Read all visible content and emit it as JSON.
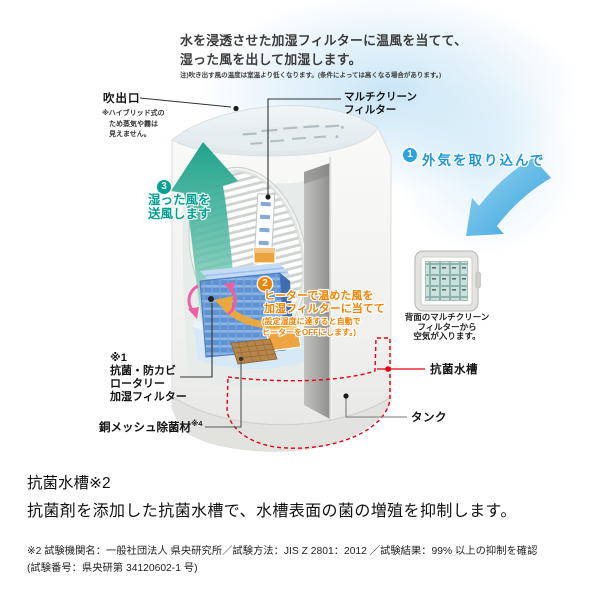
{
  "intro": {
    "line1": "水を浸透させた加湿フィルターに温風を当てて、",
    "line2": "湿った風を出して加湿します。",
    "note": "注)吹き出す風の温度は室温より低くなります。(条件によっては高くなる場合があります。)"
  },
  "labels": {
    "outlet": {
      "title": "吹出口",
      "note1": "※ハイブリッド式の",
      "note2": "ため蒸気や霧は",
      "note3": "見えません。"
    },
    "multiclean": {
      "line1": "マルチクリーン",
      "line2": "フィルター"
    },
    "rotary": {
      "ref": "※1",
      "l1": "抗菌・防カビ",
      "l2": "ロータリー",
      "l3": "加湿フィルター"
    },
    "copper_mesh": {
      "label": "銅メッシュ除菌材",
      "ref": "※4"
    },
    "anti_tank": "抗菌水槽",
    "tank": "タンク"
  },
  "steps": {
    "s1": {
      "num": "1",
      "text": "外気を取り込んで"
    },
    "s2": {
      "num": "2",
      "line1": "ヒーターで温めた風を",
      "line2": "加湿フィルターに当てて",
      "sub1": "(設定湿度に達すると自動で",
      "sub2": "ヒーターをOFFにします。)"
    },
    "s3": {
      "num": "3",
      "line1": "湿った風を",
      "line2": "送風します"
    }
  },
  "inset": {
    "caption1": "背面のマルチクリーン",
    "caption2": "フィルターから",
    "caption3": "空気が入ります。"
  },
  "footer": {
    "heading": "抗菌水槽※2",
    "body": "抗菌剤を添加した抗菌水槽で、水槽表面の菌の増殖を抑制します。",
    "note1": "※2 試験機関名：一般社団法人 県央研究所／試験方法：JIS Z 2801：2012 ／試験結果：99% 以上の抑制を確認",
    "note2": "(試験番号：県央研第 34120602-1 号)"
  },
  "colors": {
    "step1_blue": "#2DA3DD",
    "step2_orange": "#EF8200",
    "step3_teal": "#00A294",
    "accent_red": "#E60012"
  }
}
